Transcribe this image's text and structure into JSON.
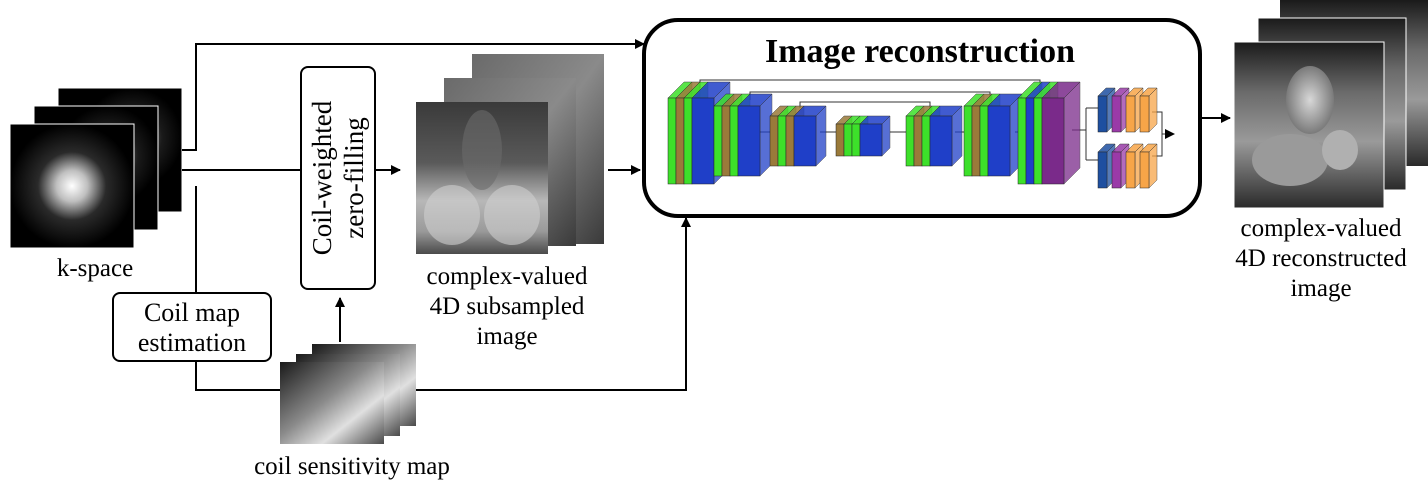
{
  "labels": {
    "kspace": "k-space",
    "coil_map_estimation_line1": "Coil map",
    "coil_map_estimation_line2": "estimation",
    "zero_filling_line1": "Coil-weighted",
    "zero_filling_line2": "zero-filling",
    "subsampled_line1": "complex-valued",
    "subsampled_line2": "4D subsampled",
    "subsampled_line3": "image",
    "sensitivity_map": "coil sensitivity map",
    "reconstruction_title": "Image reconstruction",
    "reconstructed_line1": "complex-valued",
    "reconstructed_line2": "4D reconstructed",
    "reconstructed_line3": "image"
  },
  "colors": {
    "stroke": "#000000",
    "network_blue": "#1f3fc8",
    "network_green": "#3de02a",
    "network_brown": "#9a7a3a",
    "network_purple": "#7a2a8a",
    "head_blue": "#1e4fa0",
    "head_purple": "#9a3aa8",
    "head_orange": "#f7a548"
  }
}
